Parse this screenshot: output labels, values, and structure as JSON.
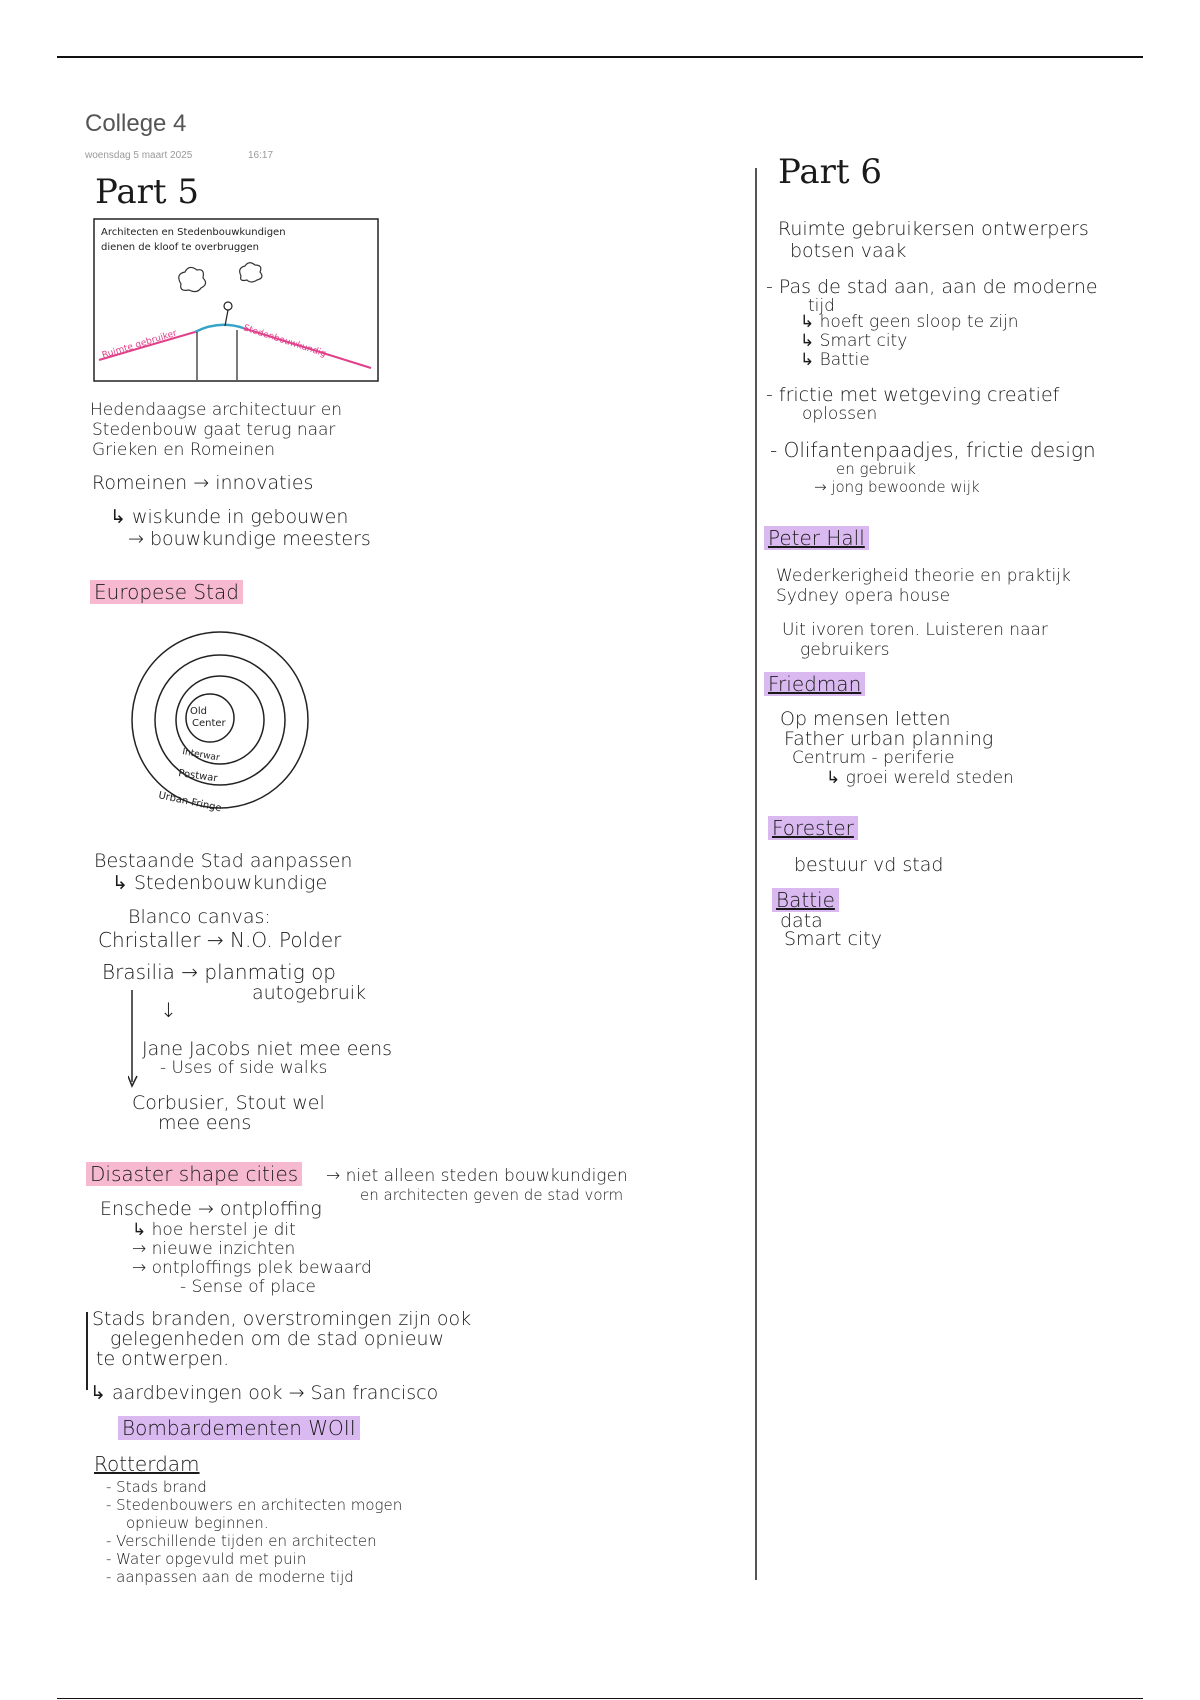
{
  "page": {
    "title": "College 4",
    "date": "woensdag 5 maart 2025",
    "time": "16:17"
  },
  "left": {
    "part_heading": "Part 5",
    "sketch": {
      "caption_line1": "Architecten en Stedenbouwkundigen",
      "caption_line2": "dienen de kloof te overbruggen",
      "left_label": "Ruimte gebruiker",
      "right_label": "Stedenbouwkundig"
    },
    "intro": [
      "Hedendaagse architectuur en",
      "Stedenbouw gaat terug naar",
      "Grieken en Romeinen"
    ],
    "romeinen": "Romeinen → innovaties",
    "romeinen_sub1": "↳ wiskunde in gebouwen",
    "romeinen_sub2": "→ bouwkundige meesters",
    "europese_stad": "Europese Stad",
    "rings": {
      "inner_line1": "Old",
      "inner_line2": "Center",
      "second": "Interwar",
      "third": "Postwar",
      "outer": "Urban Fringe"
    },
    "bestaande1": "Bestaande Stad aanpassen",
    "bestaande2": "↳ Stedenbouwkundige",
    "blanco": "Blanco canvas:",
    "christaller": "Christaller → N.O. Polder",
    "brasilia1": "Brasilia → planmatig op",
    "brasilia2": "autogebruik",
    "arrow_down": "↓",
    "jacobs1": "Jane Jacobs niet mee eens",
    "jacobs2": "- Uses of side walks",
    "corbusier1": "Corbusier, Stout wel",
    "corbusier2": "mee eens",
    "disaster": "Disaster shape cities",
    "disaster_note1": "→ niet alleen steden bouwkundigen",
    "disaster_note2": "en architecten geven de stad vorm",
    "enschede": [
      "Enschede → ontploffing",
      "↳ hoe herstel je dit",
      "→ nieuwe inzichten",
      "→ ontploffings plek bewaard",
      "- Sense of place"
    ],
    "stads": [
      "Stads branden, overstromingen zijn ook",
      "gelegenheden om de stad opnieuw",
      "te ontwerpen."
    ],
    "aardbevingen": "↳ aardbevingen ook → San francisco",
    "bombardementen": "Bombardementen WOII",
    "rotterdam": "Rotterdam",
    "rotterdam_list": [
      "- Stads brand",
      "- Stedenbouwers en architecten mogen",
      "opnieuw beginnen.",
      "- Verschillende tijden en architecten",
      "- Water opgevuld met puin",
      "- aanpassen aan de moderne tijd"
    ]
  },
  "right": {
    "part_heading": "Part 6",
    "ruimte1": "Ruimte gebruikersen ontwerpers",
    "ruimte2": "botsen vaak",
    "pas1": "- Pas de stad aan, aan de moderne",
    "pas2": "tijd",
    "pas3": "↳ hoeft geen sloop te zijn",
    "pas4": "↳ Smart city",
    "pas5": "↳ Battie",
    "frictie1": "- frictie met wetgeving creatief",
    "frictie2": "oplossen",
    "olifant1": "- Olifantenpaadjes, frictie design",
    "olifant2": "en gebruik",
    "olifant3": "→ jong bewoonde wijk",
    "peter_hall": "Peter Hall",
    "peter1": "Wederkerigheid theorie en praktijk",
    "peter2": "Sydney opera house",
    "peter3": "Uit ivoren toren. Luisteren naar",
    "peter4": "gebruikers",
    "friedman": "Friedman",
    "fried1": "Op mensen letten",
    "fried2": "Father urban planning",
    "fried3": "Centrum - periferie",
    "fried4": "↳ groei wereld steden",
    "forester": "Forester",
    "forester1": "bestuur vd stad",
    "battie": "Battie",
    "battie1": "data",
    "battie2": "Smart city"
  },
  "colors": {
    "pink_highlight": "#f6b9cf",
    "purple_highlight": "#d9b9f0",
    "ink": "#1a1a1a"
  }
}
